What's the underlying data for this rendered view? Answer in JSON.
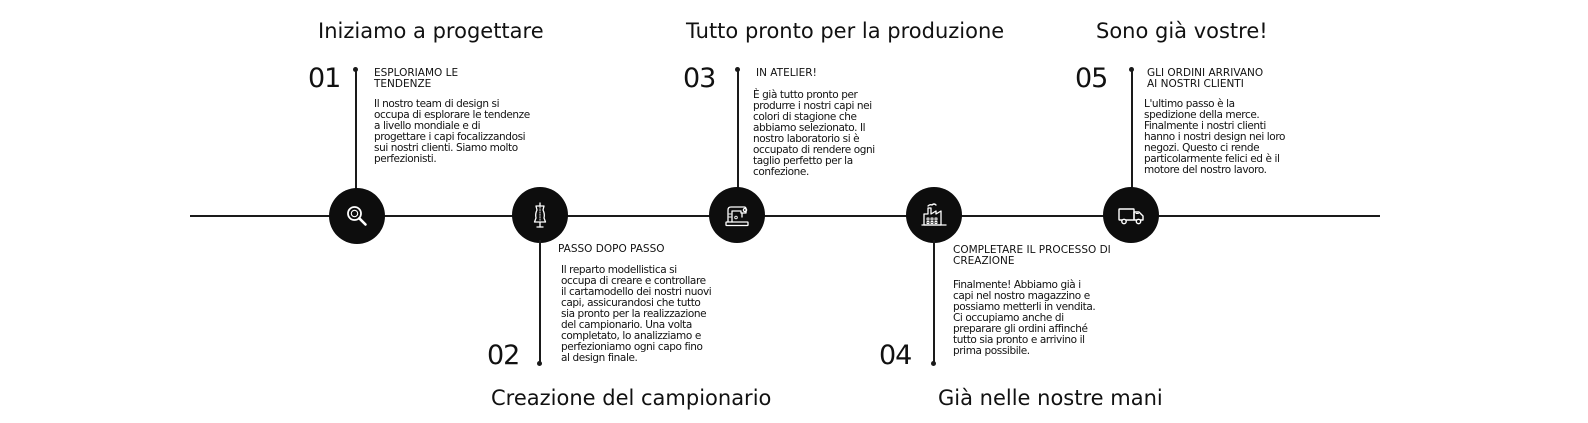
{
  "phases": {
    "p1": "Iniziamo a progettare",
    "p2": "Creazione del campionario",
    "p3": "Tutto pronto per la produzione",
    "p4": "Già nelle nostre mani",
    "p5": "Sono già vostre!"
  },
  "steps": [
    {
      "number": "01",
      "heading": "ESPLORIAMO LE TENDENZE",
      "body": "Il nostro team di design si occupa di esplorare le tendenze a livello mondiale e di progettare i capi focalizzandosi sui nostri clienti. Siamo molto perfezionisti.",
      "icon": "magnifier-icon"
    },
    {
      "number": "02",
      "heading": "PASSO DOPO PASSO",
      "body": "Il reparto modellistica si occupa di creare e controllare il cartamodello dei nostri nuovi capi, assicurandosi che tutto sia pronto per la realizzazione del campionario. Una volta completato, lo analizziamo e perfezioniamo ogni capo fino al design finale.",
      "icon": "dress-form-icon"
    },
    {
      "number": "03",
      "heading": "IN ATELIER!",
      "body": "È già tutto pronto per produrre i nostri capi nei colori di stagione che abbiamo selezionato. Il nostro laboratorio si è occupato di rendere ogni taglio perfetto per la confezione.",
      "icon": "sewing-machine-icon"
    },
    {
      "number": "04",
      "heading": "COMPLETARE IL PROCESSO DI CREAZIONE",
      "body": "Finalmente! Abbiamo già i capi nel nostro magazzino e possiamo metterli in vendita. Ci occupiamo anche di preparare gli ordini affinché tutto sia pronto e arrivino il prima possibile.",
      "icon": "factory-icon"
    },
    {
      "number": "05",
      "heading": "GLI ORDINI ARRIVANO AI NOSTRI CLIENTI",
      "body": "L'ultimo passo è la spedizione della merce. Finalmente i nostri clienti hanno i nostri design nei loro negozi. Questo ci rende particolarmente felici ed è il motore del nostro lavoro.",
      "icon": "delivery-truck-icon"
    }
  ]
}
